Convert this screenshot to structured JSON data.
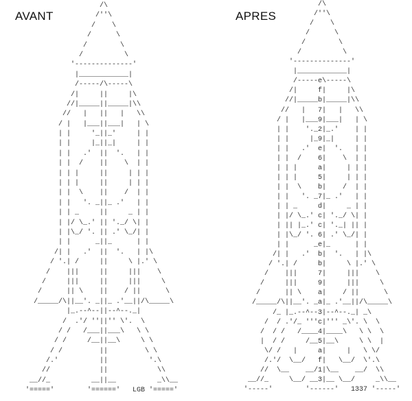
{
  "left_panel": {
    "title": "AVANT",
    "lines": [
      "                     /\\",
      "                    /''\\",
      "                   /    \\",
      "                  /      \\",
      "                 /        \\",
      "                /          \\",
      "              '--------------'",
      "               |____________|",
      "               /-----/\\-----\\",
      "              /|     ||     |\\",
      "             //|_____||_____|\\\\",
      "            //   |   ||   |   \\\\",
      "           / |   |___||___|   | \\",
      "           | |     '_||_'     | |",
      "           | |     |_||_|     | |",
      "           | |   .'  ||  '.   | |",
      "           | |  /    ||    \\  | |",
      "           | | |     ||     | | |",
      "           | | |     ||     | | |",
      "           | |  \\    ||    /  | |",
      "           | |   '. _||_ .'   | |",
      "           | | _     ||     _ | |",
      "           | |/ \\_.' || '._/ \\| |",
      "           | |\\_/ '. || .' \\_/| |",
      "           | |      _||_      | |",
      "          /| |   .'  ||  '.   | |\\",
      "         / '.| /     ||     \\ |.' \\",
      "        /    |||     ||     |||    \\",
      "       /     |||     ||     |||     \\",
      "      /      || \\    ||    / ||      \\",
      "     /_____/\\||__'. _||_ .'__||/\\_____\\",
      "             |_.--^--||--^--._|",
      "            /  .'/ ''||'' \\'.  \\",
      "           / /   /___||___\\   \\ \\",
      "          / /     /__||__\\     \\ \\",
      "         / /         ||         \\ \\",
      "        /.'          ||          '.\\",
      "       //            ||            \\\\",
      "    __//_          __||__          _\\\\__",
      "   '====='        '======'   LGB '====='"
    ]
  },
  "right_panel": {
    "title": "APRES",
    "lines": [
      "                     /\\",
      "                    /''\\",
      "                   /    \\",
      "                  /      \\",
      "                 /        \\",
      "                /          \\",
      "              '--------------'",
      "               |____________|",
      "               /-----e\\-----\\",
      "              /|     f|     |\\",
      "             //|_____b|_____|\\\\",
      "            //   |   7|   |   \\\\",
      "           / |   |___9|___|   | \\",
      "           | |    '._2|_.'    | |",
      "           | |     |_9|_|     | |",
      "           | |   .'  e|  '.   | |",
      "           | |  /    6|    \\  | |",
      "           | | |     a|     | | |",
      "           | | |     5|     | | |",
      "           | |  \\    b|    /  | |",
      "           | |   '. _7|_ .'   | |",
      "           | | _     d|     _ | |",
      "           | |/ \\_.' c| '._/ \\| |",
      "           | || |_.' c| '._| || |",
      "           | |\\_/ '. 6| .' \\_/| |",
      "           | |      _e|_      | |",
      "          /| |   .'  b|  '.   | |\\",
      "         / '.| /     b|     \\ |.' \\",
      "        /    |||     7|     |||    \\",
      "       /     |||     9|     |||     \\",
      "      /      || \\    a|    / ||      \\",
      "     /_____/\\||__'. _a|_ .'__||/\\_____\\",
      "          /_ |_.--^--3|--^--._| _\\",
      "        /  / .'/_ '''c|''' _\\'. \\  \\",
      "       /  / /   /____4|____\\   \\ \\  \\",
      "       |  / /     /__5|__\\     \\ \\  |",
      "        \\/ /   |     a|     |   \\ \\/",
      "        /.'/  \\__/   f|   \\__/  \\'.\\",
      "       //  \\__    __/1|\\__    __/  \\\\",
      "    __//_     \\__/ __3|__ \\__/     _\\\\__",
      "   '-----'        '------'   1337 '-----'"
    ]
  },
  "colors": {
    "pipe_primary": "#d98a2c",
    "pipe_secondary": "#3b8edc",
    "text": "#3a3a3a"
  }
}
